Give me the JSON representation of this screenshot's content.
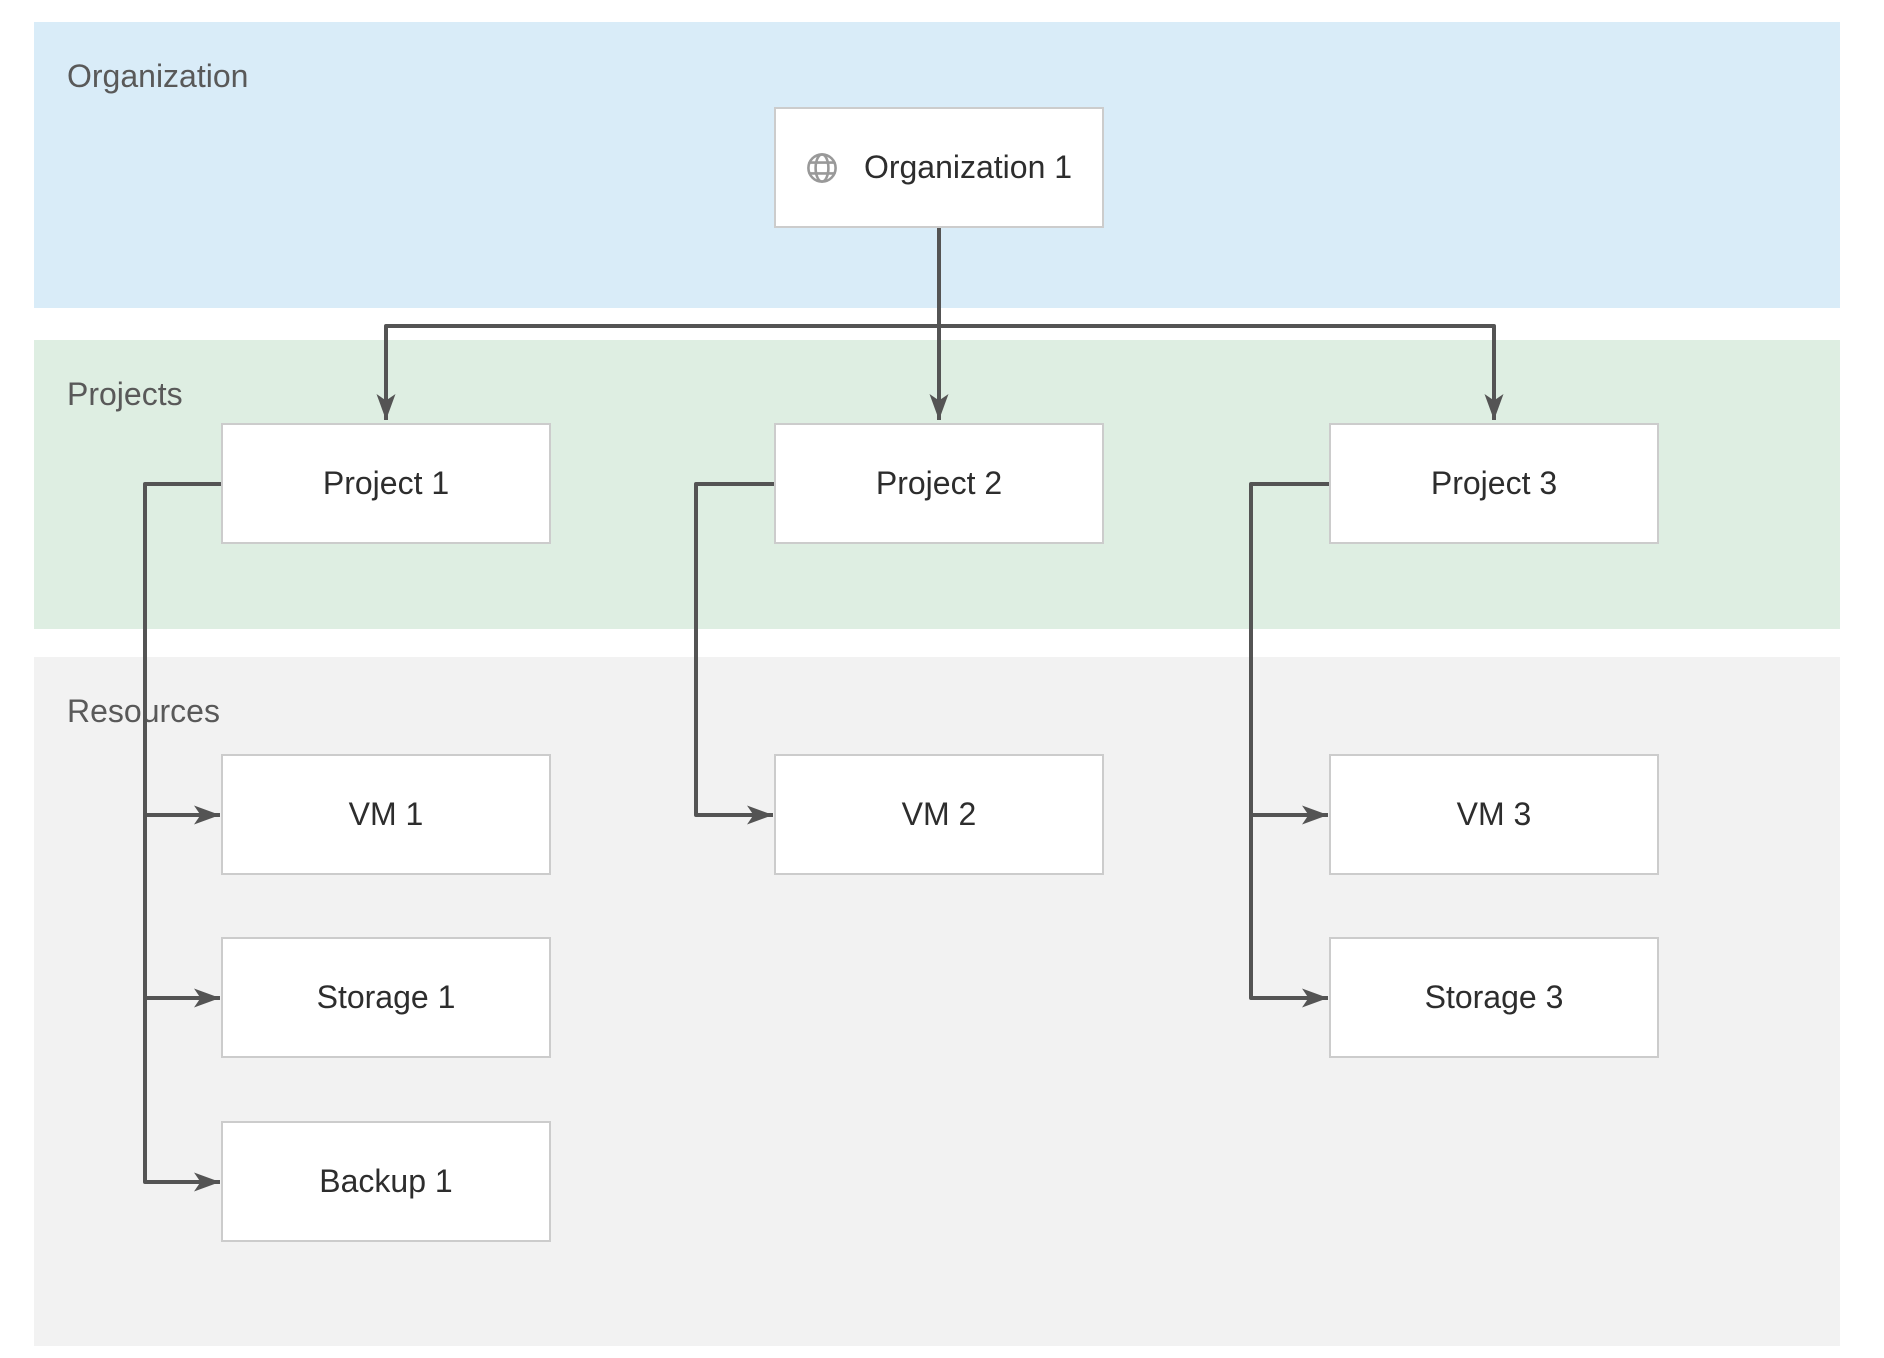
{
  "diagram": {
    "bands": [
      {
        "label": "Organization",
        "fill": "#d9ecf8"
      },
      {
        "label": "Projects",
        "fill": "#deeee2"
      },
      {
        "label": "Resources",
        "fill": "#f2f2f2"
      }
    ],
    "nodes": {
      "organization1": {
        "label": "Organization 1",
        "icon": "globe-icon"
      },
      "project1": {
        "label": "Project 1"
      },
      "project2": {
        "label": "Project 2"
      },
      "project3": {
        "label": "Project 3"
      },
      "vm1": {
        "label": "VM 1"
      },
      "storage1": {
        "label": "Storage 1"
      },
      "backup1": {
        "label": "Backup 1"
      },
      "vm2": {
        "label": "VM 2"
      },
      "vm3": {
        "label": "VM 3"
      },
      "storage3": {
        "label": "Storage 3"
      }
    },
    "edges": [
      {
        "from": "Organization 1",
        "to": "Project 1"
      },
      {
        "from": "Organization 1",
        "to": "Project 2"
      },
      {
        "from": "Organization 1",
        "to": "Project 3"
      },
      {
        "from": "Project 1",
        "to": "VM 1"
      },
      {
        "from": "Project 1",
        "to": "Storage 1"
      },
      {
        "from": "Project 1",
        "to": "Backup 1"
      },
      {
        "from": "Project 2",
        "to": "VM 2"
      },
      {
        "from": "Project 3",
        "to": "VM 3"
      },
      {
        "from": "Project 3",
        "to": "Storage 3"
      }
    ],
    "colors": {
      "connector": "#545454",
      "node_border": "#cccccc",
      "node_text": "#2d2d2d",
      "band_label_text": "#595959",
      "globe_icon": "#999999",
      "band_blue": "#d9ecf8",
      "band_green": "#deeee2",
      "band_gray": "#f2f2f2"
    }
  }
}
